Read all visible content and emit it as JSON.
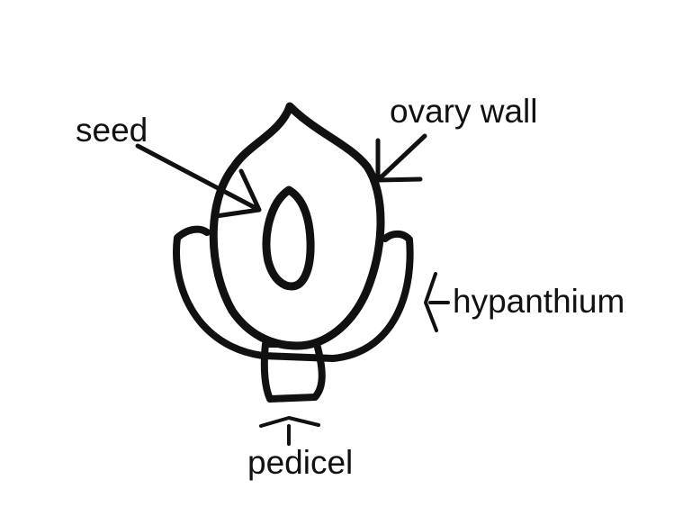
{
  "labels": {
    "seed": "seed",
    "ovary_wall": "ovary wall",
    "hypanthium": "hypanthium",
    "pedicel": "pedicel"
  },
  "colors": {
    "stroke": "#111111",
    "background": "#ffffff"
  }
}
